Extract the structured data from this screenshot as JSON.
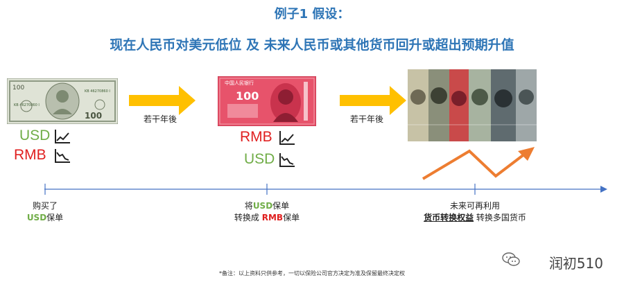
{
  "title": "例子1 假设：",
  "subtitle": "现在人民币对美元低位 及 未来人民币或其他货币回升或超出预期升值",
  "arrows": {
    "label1": "若干年後",
    "label2": "若干年後"
  },
  "usd_bill": {
    "serial": "KB 46270860 I",
    "denom": "100"
  },
  "rmb_note": {
    "header": "中国人民银行",
    "denom": "100"
  },
  "stage1": {
    "usd": "USD",
    "rmb": "RMB",
    "line1": "购买了",
    "line2_hl": "USD",
    "line2_rest": "保单"
  },
  "stage2": {
    "rmb": "RMB",
    "usd": "USD",
    "line1_pre": "将",
    "line1_hl": "USD",
    "line1_post": "保单",
    "line2_pre": "转换成 ",
    "line2_hl": "RMB",
    "line2_post": "保单"
  },
  "stage3": {
    "line1": "未来可再利用",
    "line2_bold": "货币转换权益",
    "line2_rest": " 转换多国货币"
  },
  "footnote": "*备注：以上资料只供参考，一切以保险公司官方决定为准及保留最终决定权",
  "watermark": "润初510",
  "colors": {
    "title": "#2E75B6",
    "usd": "#70AD47",
    "rmb": "#E02020",
    "arrow": "#FFC000",
    "trend": "#ED7D31",
    "timeline": "#4472C4"
  }
}
